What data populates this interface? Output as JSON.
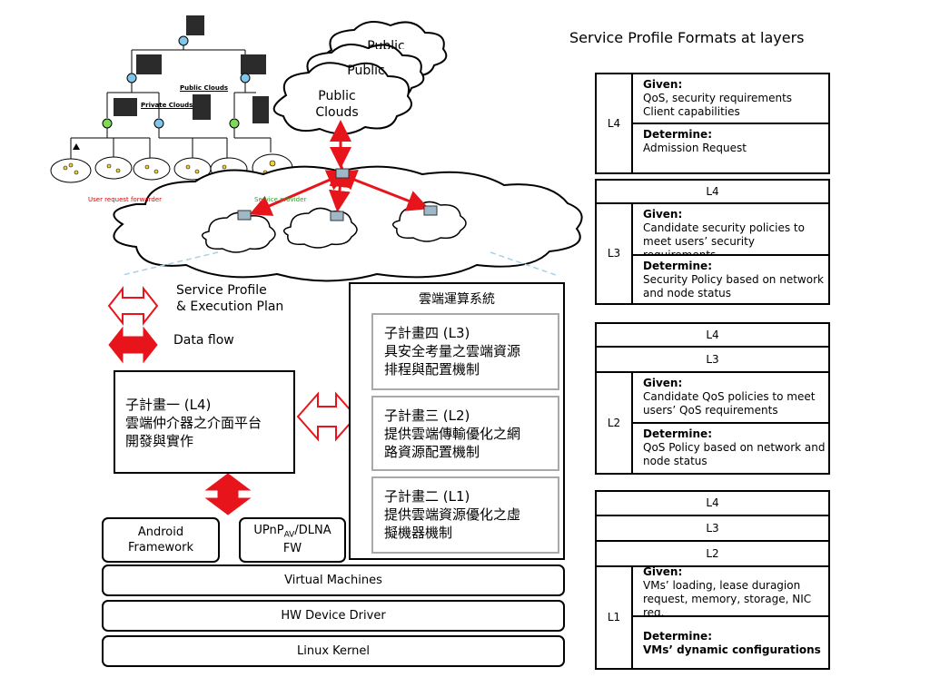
{
  "title": "Service Profile Formats at layers",
  "top_left": {
    "public_clouds_small_label": "Public Clouds",
    "private_clouds_label": "Private Clouds",
    "user_request_forwarder": "User request forwarder",
    "service_provider": "Service provider",
    "stacked_clouds": [
      "Public",
      "Public",
      "Public Clouds"
    ]
  },
  "legend": {
    "service_profile": "Service Profile\n& Execution Plan",
    "data_flow": "Data flow"
  },
  "system": {
    "title": "雲端運算系統",
    "l3": "子計畫四 (L3)\n具安全考量之雲端資源\n排程與配置機制",
    "l2": "子計畫三 (L2)\n提供雲端傳輸優化之網\n路資源配置機制",
    "l1": "子計畫二 (L1)\n提供雲端資源優化之虛\n擬機器機制"
  },
  "broker": "子計畫一 (L4)\n雲端仲介器之介面平台\n開發與實作",
  "stack": {
    "android": "Android\nFramework",
    "upnp_pre": "UPnP",
    "upnp_sub": "AV",
    "upnp_post": "/DLNA",
    "upnp_fw": "FW",
    "vm": "Virtual Machines",
    "hw": "HW Device Driver",
    "kernel": "Linux Kernel"
  },
  "formats": {
    "l4": {
      "side": "L4",
      "given_title": "Given:",
      "given_text": "QoS, security requirements\nClient capabilities",
      "det_title": "Determine:",
      "det_text": "Admission Request"
    },
    "l3": {
      "header": "L4",
      "side": "L3",
      "given_title": "Given:",
      "given_text": "Candidate security policies to\nmeet users’ security requirements",
      "det_title": "Determine:",
      "det_text": "Security Policy based on network\nand node status"
    },
    "l2": {
      "headers": [
        "L4",
        "L3"
      ],
      "side": "L2",
      "given_title": "Given:",
      "given_text": "Candidate QoS policies to meet\nusers’ QoS requirements",
      "det_title": "Determine:",
      "det_text": "QoS Policy based on network and\nnode status"
    },
    "l1": {
      "headers": [
        "L4",
        "L3",
        "L2"
      ],
      "side": "L1",
      "given_title": "Given:",
      "given_text": "VMs’ loading,  lease duragion\nrequest, memory, storage, NIC\nreq.",
      "det_title": "Determine:",
      "det_text": "VMs’ dynamic configurations"
    }
  },
  "colors": {
    "arrow_red": "#e8141c",
    "sub_border": "#a9a9a9",
    "node_blue": "#7fc6e8",
    "node_green": "#7ed957",
    "dash_blue": "#a8d0e6"
  }
}
